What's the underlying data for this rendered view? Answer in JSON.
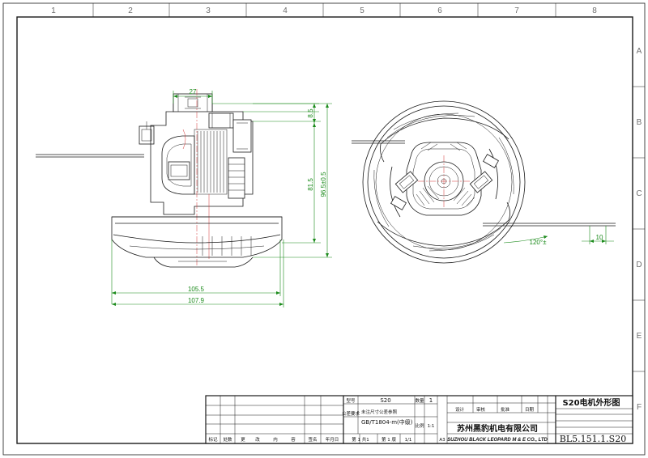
{
  "frame": {
    "zones_top": [
      "1",
      "2",
      "3",
      "4",
      "5",
      "6",
      "7",
      "8"
    ],
    "zones_side": [
      "A",
      "B",
      "C",
      "D",
      "E",
      "F"
    ]
  },
  "dimensions": {
    "d_27": "27",
    "d_8_5": "8.5",
    "d_81_5": "81.5",
    "d_96_5": "96.5±0.5",
    "d_105_5": "105.5",
    "d_107_9": "107.9",
    "d_120": "120°±",
    "d_10": "10"
  },
  "title_block": {
    "drawing_title": "S20电机外形图",
    "drawing_no": "BL5.151.1.S20",
    "model_label": "型号",
    "model": "S20",
    "quantity_label": "数量",
    "quantity": "1",
    "req_label": "公差要求",
    "tolerance_line1": "未注尺寸公差参照",
    "tolerance_line2": "GB/T1804-m(中级)",
    "scale_label": "比例",
    "scale": "1:1",
    "size": "A3",
    "company_cn": "苏州黑豹机电有限公司",
    "company_en": "SUZHOU BLACK LEOPARD M & E CO., LTD",
    "design_label": "设计",
    "check_label": "审核",
    "approve_label": "批准",
    "date_label": "日期",
    "rev_cols": [
      "标记",
      "处数",
      "更",
      "改",
      "内",
      "容",
      "签名",
      "年月日"
    ],
    "sheet_total": "第 1 共1",
    "sheet_version": "第 1 版",
    "sheet_count": "1/1"
  }
}
